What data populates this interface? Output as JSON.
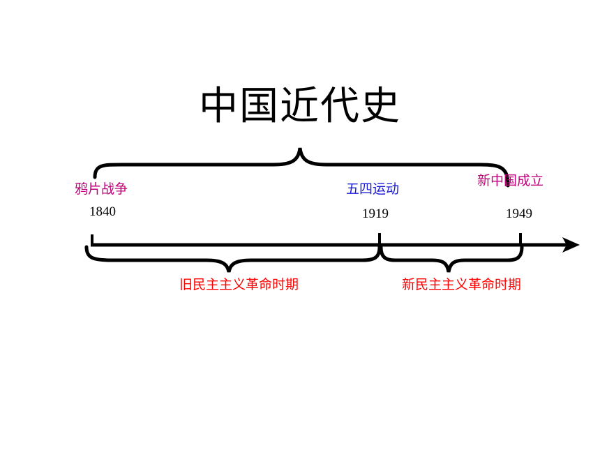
{
  "title": "中国近代史",
  "events": [
    {
      "label": "鸦片战争",
      "year": "1840",
      "color": "#c0007a"
    },
    {
      "label": "五四运动",
      "year": "1919",
      "color": "#1a1ad6"
    },
    {
      "label": "新中国成立",
      "year": "1949",
      "color": "#c0007a"
    }
  ],
  "periods": [
    {
      "label": "旧民主主义革命时期",
      "color": "#ff0000"
    },
    {
      "label": "新民主主义革命时期",
      "color": "#ff0000"
    }
  ],
  "line_color": "#000000"
}
